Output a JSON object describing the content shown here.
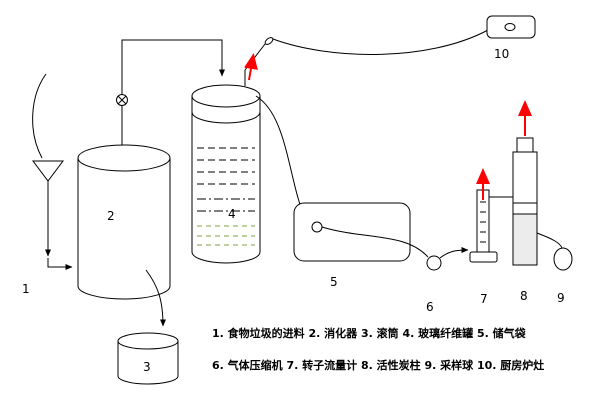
{
  "diagram": {
    "component_labels": {
      "c1": "1",
      "c2": "2",
      "c3": "3",
      "c4": "4",
      "c5": "5",
      "c6": "6",
      "c7": "7",
      "c8": "8",
      "c9": "9",
      "c10": "10"
    },
    "legend": {
      "line1": "1. 食物垃圾的进料 2. 消化器 3. 滚筒 4. 玻璃纤维罐 5. 储气袋",
      "line2": "6. 气体压缩机 7. 转子流量计 8. 活性炭柱 9. 采样球 10. 厨房炉灶"
    },
    "components": [
      {
        "id": "1",
        "name": "食物垃圾的进料"
      },
      {
        "id": "2",
        "name": "消化器"
      },
      {
        "id": "3",
        "name": "滚筒"
      },
      {
        "id": "4",
        "name": "玻璃纤维罐"
      },
      {
        "id": "5",
        "name": "储气袋"
      },
      {
        "id": "6",
        "name": "气体压缩机"
      },
      {
        "id": "7",
        "name": "转子流量计"
      },
      {
        "id": "8",
        "name": "活性炭柱"
      },
      {
        "id": "9",
        "name": "采样球"
      },
      {
        "id": "10",
        "name": "厨房炉灶"
      }
    ],
    "colors": {
      "line": "#000000",
      "flow_arrow_red": "#ff0000",
      "tank_content_green": "#7f9f3f",
      "background": "#ffffff"
    }
  }
}
